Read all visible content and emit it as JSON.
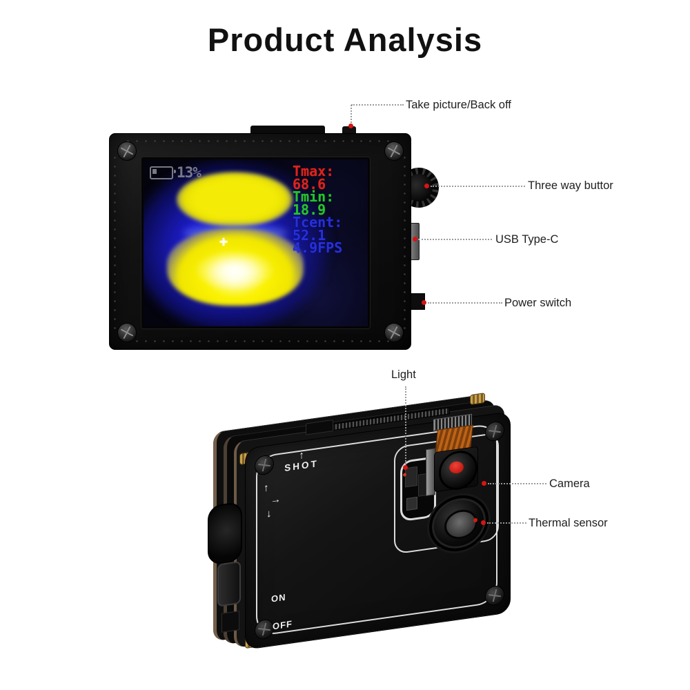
{
  "title": "Product Analysis",
  "colors": {
    "background": "#ffffff",
    "device_body": "#121212",
    "tmax_red": "#da251d",
    "tmin_green": "#28c32b",
    "tcent_blue": "#2731d4",
    "battery_gray": "#7e7e8c",
    "thermal_yellow": "#f0e600",
    "thermal_blue": "#2020e1",
    "callout_line": "#9b9b9b",
    "callout_dot": "#d71414",
    "silkscreen_white": "#efefef",
    "pcb_edge_brown": "#73604d",
    "flex_cable_orange": "#bc6317"
  },
  "device_front": {
    "screen": {
      "battery_percent": "13%",
      "tmax_label": "Tmax:",
      "tmax_value": "68.6",
      "tmin_label": "Tmin:",
      "tmin_value": "18.9",
      "tcent_label": "Tcent:",
      "tcent_value": "52.1",
      "fps": "4.9FPS",
      "crosshair": "+"
    }
  },
  "device_back": {
    "prints": {
      "shot_arrow": "↑",
      "shot": "SHOT",
      "arrow_up": "↑",
      "arrow_right": "→",
      "arrow_down": "↓",
      "on": "ON",
      "off": "OFF"
    }
  },
  "callouts": {
    "take_picture": "Take picture/Back off",
    "three_way_button": "Three way buttor",
    "usb_type_c": "USB Type-C",
    "power_switch": "Power switch",
    "light": "Light",
    "camera": "Camera",
    "thermal_sensor": "Thermal sensor"
  }
}
